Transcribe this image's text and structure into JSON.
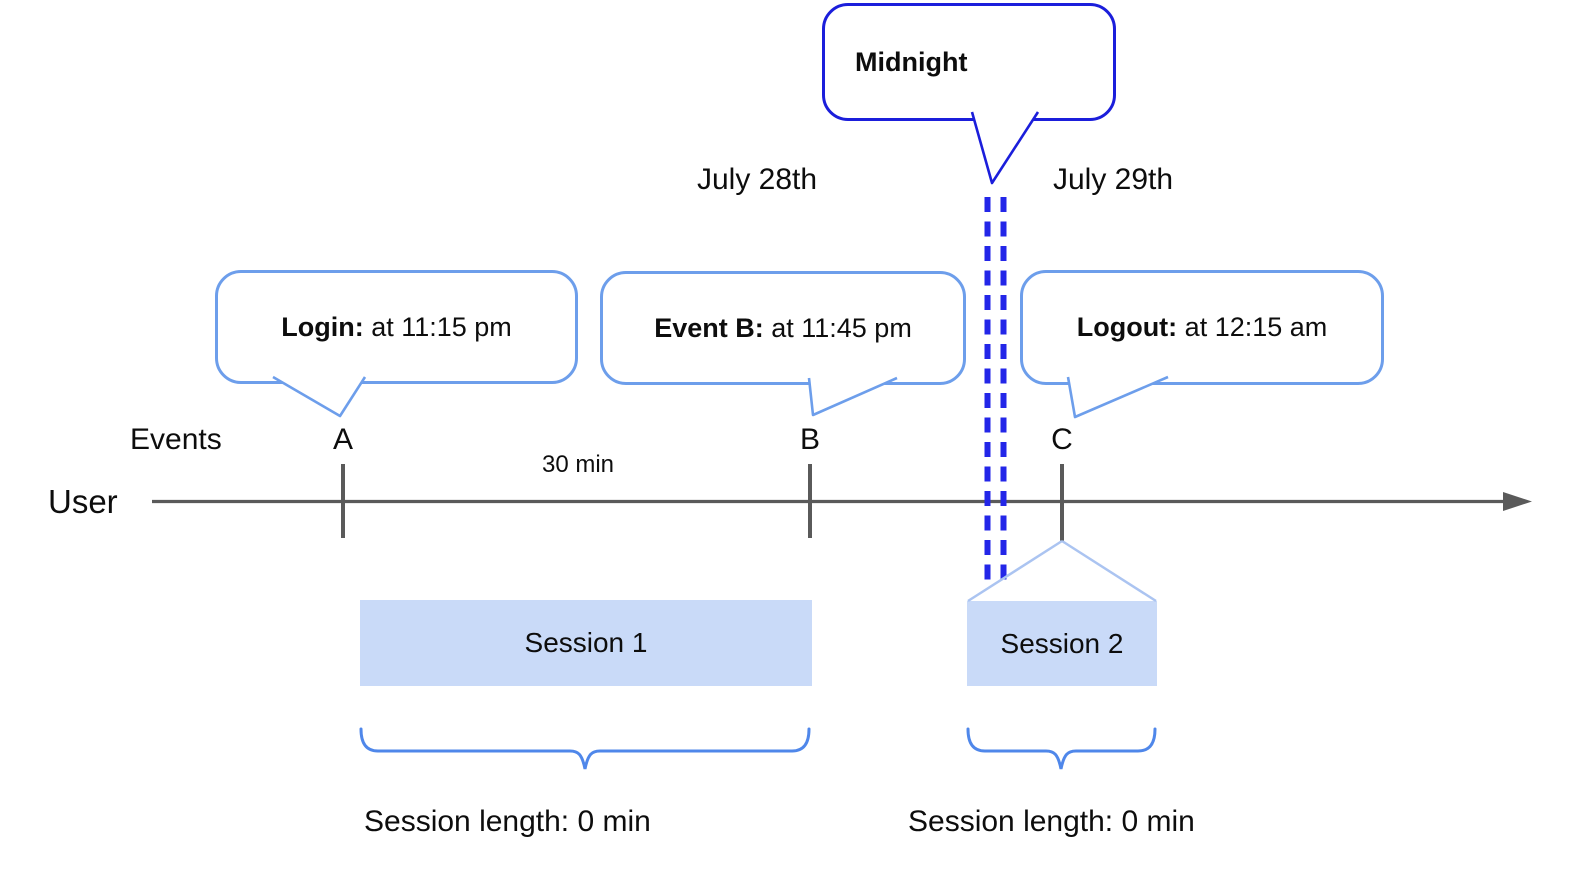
{
  "midnight_callout": {
    "label": "Midnight"
  },
  "dates": {
    "before": "July 28th",
    "after": "July 29th"
  },
  "axis": {
    "events_row_label": "Events",
    "user_label": "User",
    "interval_label": "30 min"
  },
  "events": [
    {
      "letter": "A",
      "callout_title": "Login:",
      "callout_detail": " at 11:15 pm"
    },
    {
      "letter": "B",
      "callout_title": "Event B:",
      "callout_detail": " at 11:45 pm"
    },
    {
      "letter": "C",
      "callout_title": "Logout:",
      "callout_detail": " at 12:15 am"
    }
  ],
  "sessions": [
    {
      "label": "Session 1",
      "length_label": "Session length: 0 min"
    },
    {
      "label": "Session 2",
      "length_label": "Session length: 0 min"
    }
  ],
  "colors": {
    "midnight_border": "#1b1edb",
    "dashed_line": "#2326e8",
    "callout_border": "#6d9eeb",
    "brace": "#4f87ea",
    "funnel": "#abc4f1",
    "session_fill": "#c9daf8",
    "timeline_gray": "#5a5a5a"
  }
}
